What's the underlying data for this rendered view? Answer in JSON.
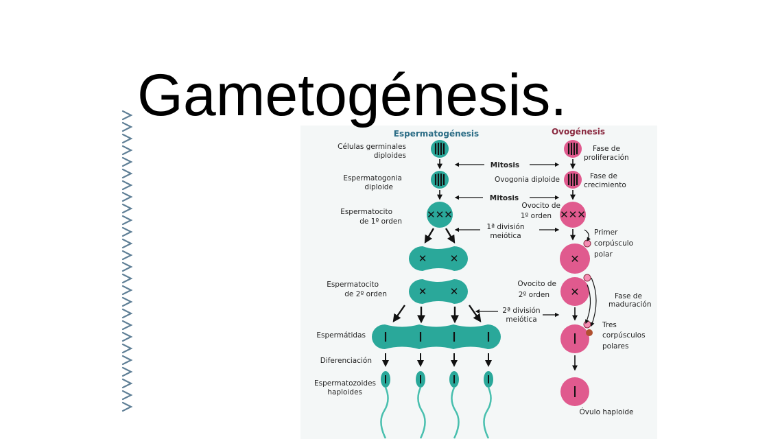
{
  "slide": {
    "title": "Gametogénesis."
  },
  "colors": {
    "sperm": "#2aa89a",
    "sperm_light": "#48bfae",
    "ovum": "#e05a8e",
    "ovum_light": "#f58cb3",
    "decoration": "#5f7f96",
    "header_sperm": "#2c6d86",
    "header_ovum": "#8a2a40"
  },
  "diagram": {
    "header_sperm": "Espermatogénesis",
    "header_ovum": "Ovogénesis",
    "sperm_labels": {
      "germinal_1": "Células germinales",
      "germinal_2": "diploides",
      "spermatogonia_1": "Espermatogonia",
      "spermatogonia_2": "diploide",
      "primary_1": "Espermatocito",
      "primary_2": "de 1º orden",
      "secondary_1": "Espermatocito",
      "secondary_2": "de 2º orden",
      "spermatids": "Espermátidas",
      "differentiation": "Diferenciación",
      "spermatozoa_1": "Espermatozoides",
      "spermatozoa_2": "haploides"
    },
    "middle_labels": {
      "mitosis_1": "Mitosis",
      "mitosis_2": "Mitosis",
      "meiosis1_1": "1ª división",
      "meiosis1_2": "meiótica",
      "meiosis2_1": "2ª división",
      "meiosis2_2": "meiótica"
    },
    "ovum_labels": {
      "proliferation_1": "Fase de",
      "proliferation_2": "proliferación",
      "oogonia": "Ovogonia diploide",
      "growth_1": "Fase de",
      "growth_2": "crecimiento",
      "oocyte1_1": "Ovocito de",
      "oocyte1_2": "1º orden",
      "polar1_1": "Primer",
      "polar1_2": "corpúsculo",
      "polar1_3": "polar",
      "oocyte2_1": "Ovocito de",
      "oocyte2_2": "2º orden",
      "maturation_1": "Fase de",
      "maturation_2": "maduración",
      "polar3_1": "Tres",
      "polar3_2": "corpúsculos",
      "polar3_3": "polares",
      "ovule": "Óvulo haploide"
    }
  }
}
